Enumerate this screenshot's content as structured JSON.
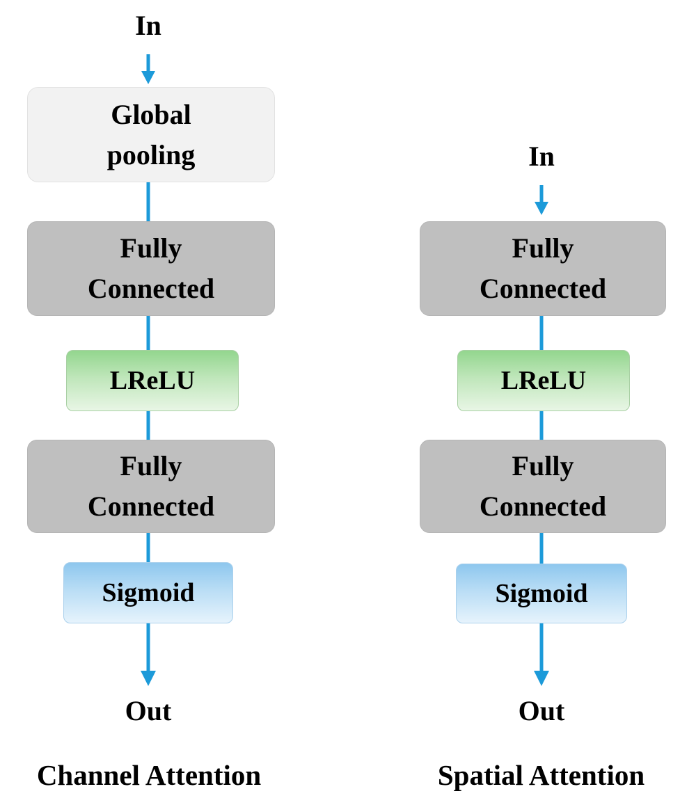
{
  "colors": {
    "connector": "#1c9ad9",
    "pooling_fill": "#f2f2f2",
    "fully_connected_fill": "#bfbfbf",
    "lrelu_fill": "#a8dba3",
    "sigmoid_fill": "#a9d4f2"
  },
  "channel_attention": {
    "input_label": "In",
    "pooling": {
      "line1": "Global",
      "line2": "pooling"
    },
    "fc1": {
      "line1": "Fully",
      "line2": "Connected"
    },
    "activation": "LReLU",
    "fc2": {
      "line1": "Fully",
      "line2": "Connected"
    },
    "gate": "Sigmoid",
    "output_label": "Out",
    "caption": "Channel Attention"
  },
  "spatial_attention": {
    "input_label": "In",
    "fc1": {
      "line1": "Fully",
      "line2": "Connected"
    },
    "activation": "LReLU",
    "fc2": {
      "line1": "Fully",
      "line2": "Connected"
    },
    "gate": "Sigmoid",
    "output_label": "Out",
    "caption": "Spatial Attention"
  }
}
